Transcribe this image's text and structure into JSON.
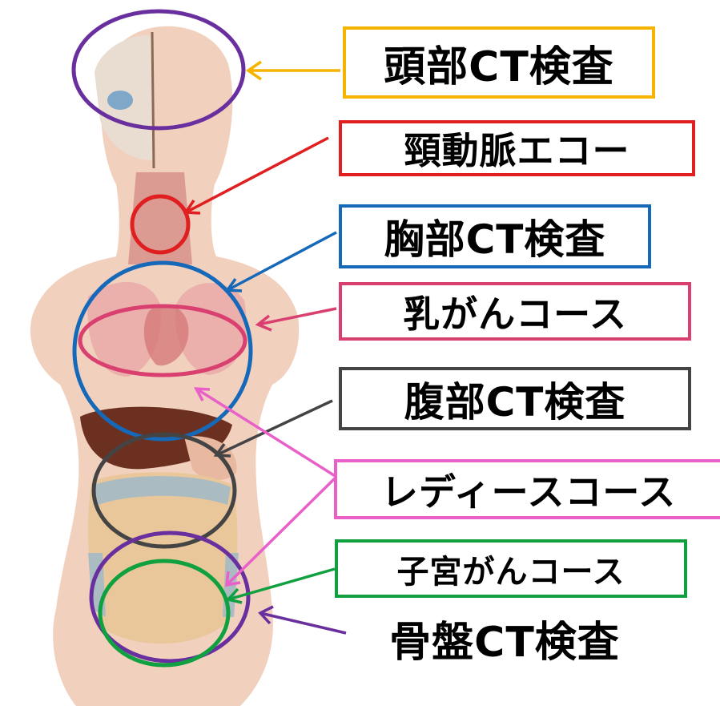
{
  "labels": {
    "head_ct": "頭部CT検査",
    "carotid_echo": "頸動脈エコー",
    "chest_ct": "胸部CT検査",
    "breast_course": "乳がんコース",
    "abdomen_ct": "腹部CT検査",
    "ladies_course": "レディースコース",
    "uterine_course": "子宮がんコース",
    "pelvis_ct": "骨盤CT検査"
  },
  "colors": {
    "head": "#f4b400",
    "head_circle": "#6a2f9e",
    "carotid": "#e02020",
    "chest": "#1569b8",
    "breast": "#d94070",
    "abdomen": "#444444",
    "ladies": "#e860c8",
    "uterus": "#10a040",
    "pelvis": "#6a2f9e"
  }
}
